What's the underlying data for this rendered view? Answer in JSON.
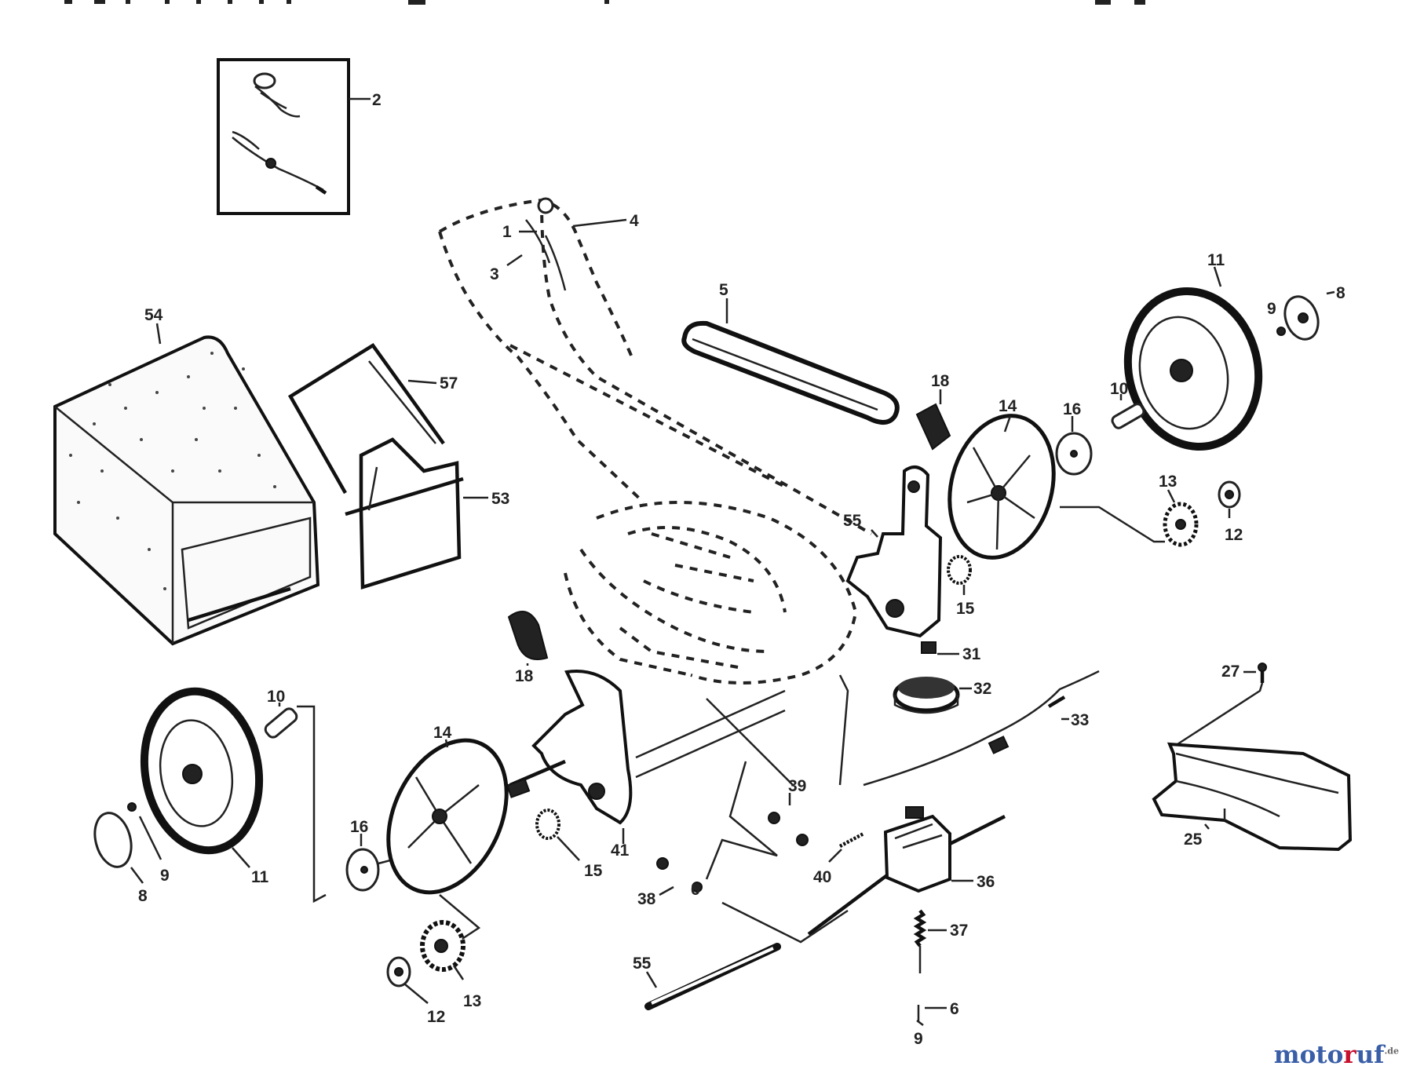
{
  "diagram": {
    "labels": {
      "l2": "2",
      "l1": "1",
      "l4": "4",
      "l3": "3",
      "l5": "5",
      "l54": "54",
      "l57": "57",
      "l53": "53",
      "l11_right": "11",
      "l8_right": "8",
      "l9_right": "9",
      "l10_right": "10",
      "l16_right": "16",
      "l14_right": "14",
      "l18_top": "18",
      "l13_right": "13",
      "l12_right": "12",
      "l55_mid": "55",
      "l15_right": "15",
      "l31": "31",
      "l32": "32",
      "l27": "27",
      "l33": "33",
      "l25": "25",
      "l18_left": "18",
      "l10_left": "10",
      "l14_left": "14",
      "l16_left": "16",
      "l11_left": "11",
      "l9_left": "9",
      "l8_left": "8",
      "l41": "41",
      "l15_left": "15",
      "l13_left": "13",
      "l12_left": "12",
      "l38": "38",
      "l39": "39",
      "l6_left": "6",
      "l40": "40",
      "l36": "36",
      "l37": "37",
      "l55_bottom": "55",
      "l6_bottom": "6",
      "l9_bottom": "9"
    }
  },
  "watermark": {
    "part1": "moto",
    "part2": "r",
    "part3": "uf",
    "suffix": ".de"
  }
}
